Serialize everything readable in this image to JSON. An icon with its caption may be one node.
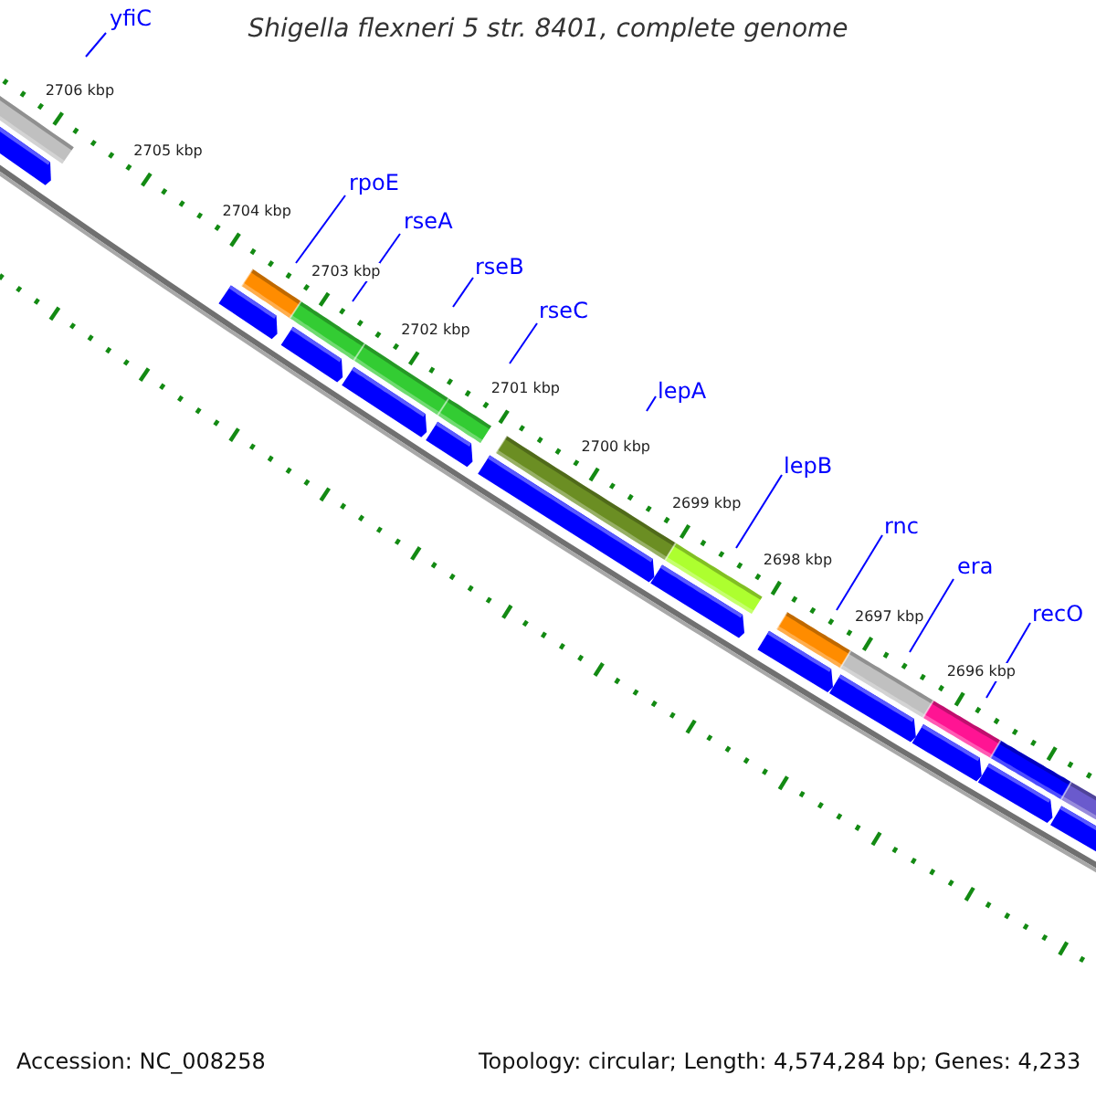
{
  "diagram": {
    "title": "Shigella flexneri 5 str. 8401, complete genome",
    "nodes": [
      {
        "text": [
          "yfiC"
        ]
      },
      {
        "text": [
          "rpoE"
        ]
      },
      {
        "text": [
          "rseA"
        ]
      },
      {
        "text": [
          "rseB"
        ]
      },
      {
        "text": [
          "rseC"
        ]
      },
      {
        "text": [
          "lepA"
        ]
      },
      {
        "text": [
          "lepB"
        ]
      },
      {
        "text": [
          "rnc"
        ]
      },
      {
        "text": [
          "era"
        ]
      },
      {
        "text": [
          "recO"
        ]
      }
    ],
    "edges": [
      {
        "from": 0,
        "to": null,
        "arrow": "none"
      },
      {
        "from": 1,
        "to": null,
        "arrow": "none"
      },
      {
        "from": 2,
        "to": null,
        "arrow": "none"
      },
      {
        "from": 3,
        "to": null,
        "arrow": "none"
      },
      {
        "from": 4,
        "to": null,
        "arrow": "none"
      },
      {
        "from": 5,
        "to": null,
        "arrow": "none"
      },
      {
        "from": 6,
        "to": null,
        "arrow": "none"
      },
      {
        "from": 7,
        "to": null,
        "arrow": "none"
      },
      {
        "from": 8,
        "to": null,
        "arrow": "none"
      },
      {
        "from": 9,
        "to": null,
        "arrow": "none"
      }
    ],
    "labels": [
      "2706 kbp",
      "2705 kbp",
      "2704 kbp",
      "2703 kbp",
      "2702 kbp",
      "2701 kbp",
      "2700 kbp",
      "2699 kbp",
      "2698 kbp",
      "2697 kbp",
      "2696 kbp",
      "Accession: NC_008258",
      "Topology: circular; Length: 4,574,284 bp; Genes: 4,233"
    ]
  }
}
